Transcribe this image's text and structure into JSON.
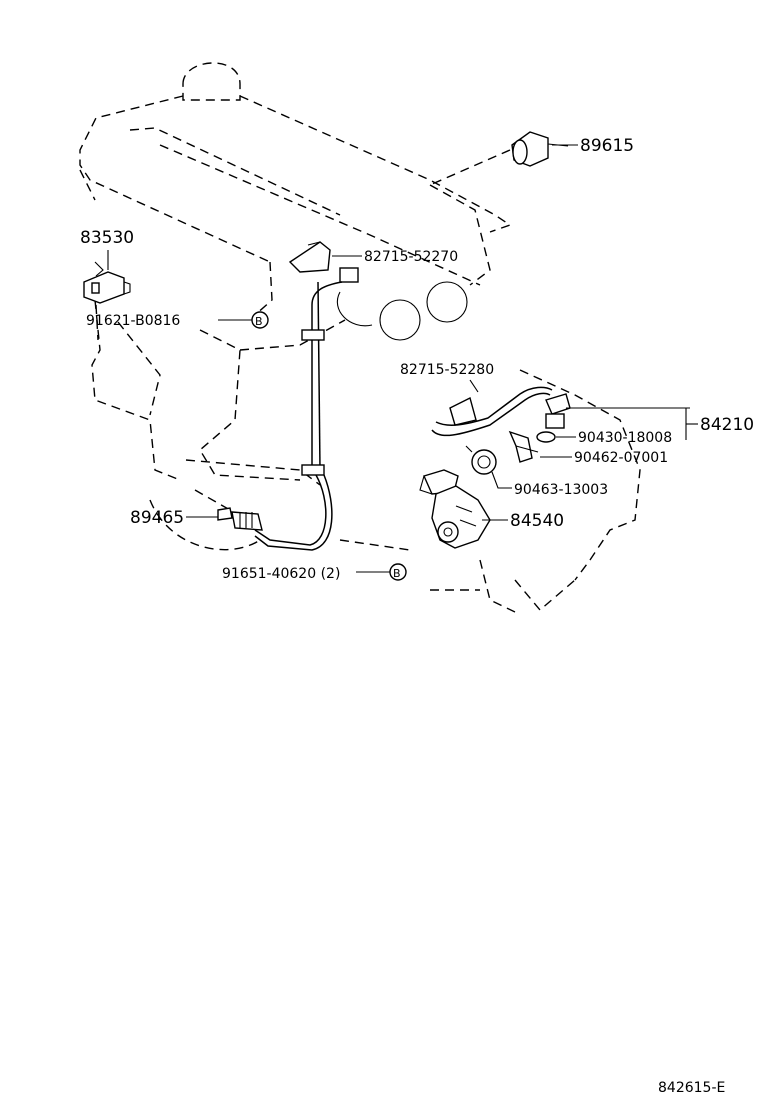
{
  "parts": {
    "p89615": "89615",
    "p83530": "83530",
    "p82715a": "82715-52270",
    "p91621": "91621-B0816",
    "p82715b": "82715-52280",
    "p84210": "84210",
    "p90430": "90430-18008",
    "p90462": "90462-07001",
    "p90463": "90463-13003",
    "p84540": "84540",
    "p89465": "89465",
    "p91651": "91651-40620 (2)"
  },
  "bolt_marker": "B",
  "diagram_code": "842615-E"
}
